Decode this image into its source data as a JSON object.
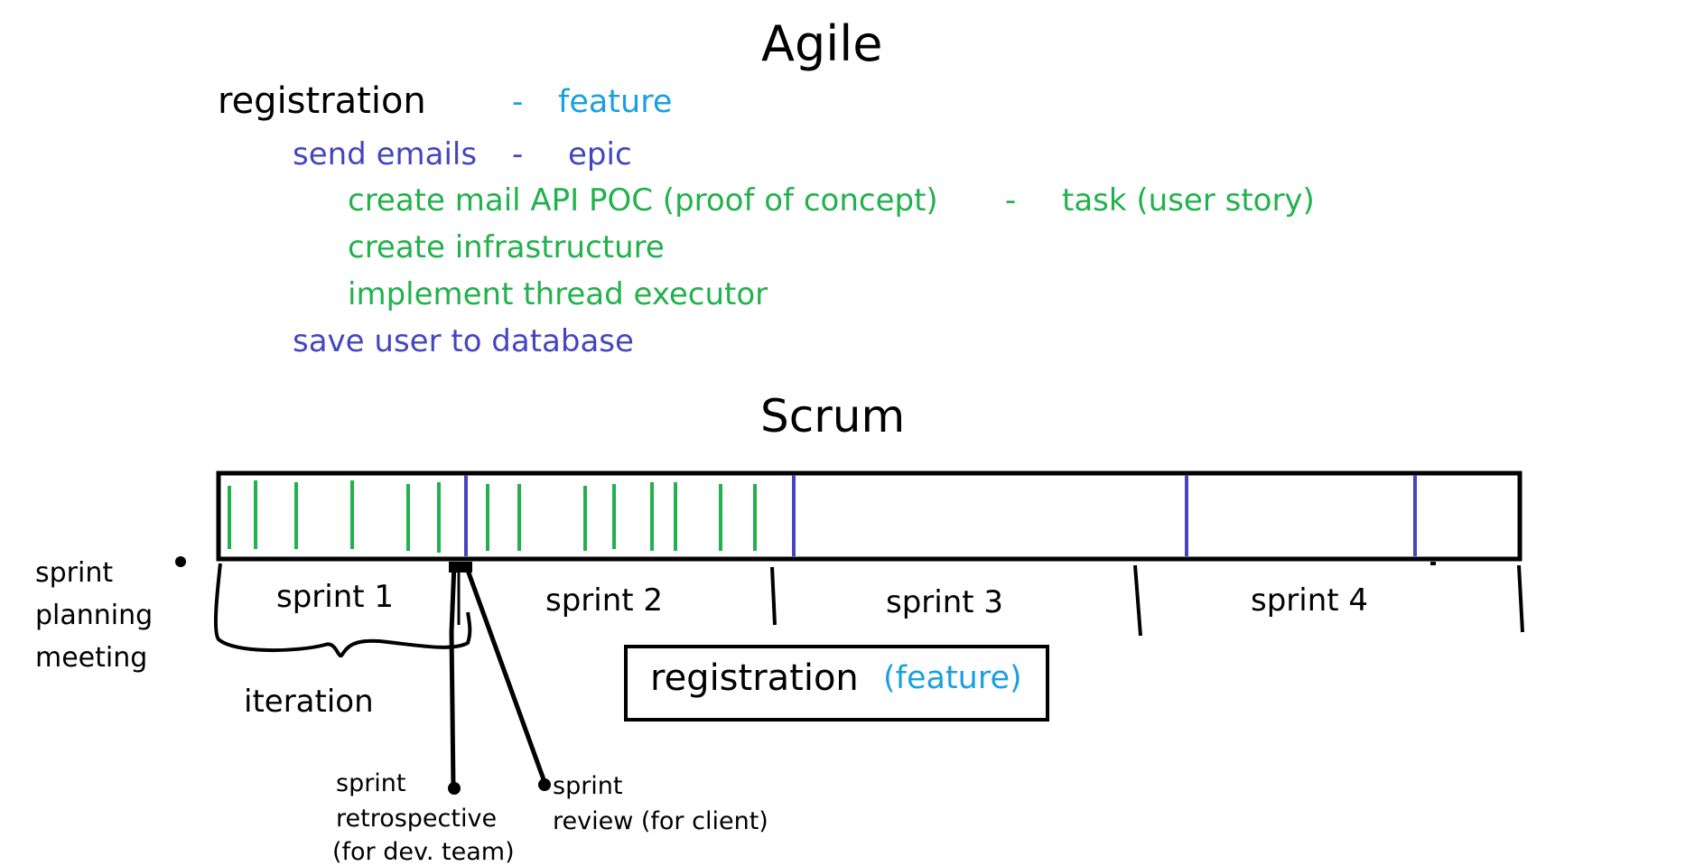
{
  "colors": {
    "black": "#000000",
    "feature": "#1aa0e0",
    "epic": "#4545c0",
    "task": "#22b14c"
  },
  "agile": {
    "title": "Agile",
    "feature_name": "registration",
    "feature_dash": "-",
    "feature_type": "feature",
    "epic_name": "send emails",
    "epic_dash": "-",
    "epic_type": "epic",
    "tasks": [
      "create mail API  POC (proof of concept)",
      "create infrastructure",
      "implement thread executor"
    ],
    "task_dash": "-",
    "task_type": "task (user story)",
    "epic2_name": "save user to database"
  },
  "scrum": {
    "title": "Scrum",
    "sprints": [
      "sprint 1",
      "sprint 2",
      "sprint 3",
      "sprint 4"
    ],
    "planning_label": [
      "sprint",
      "planning",
      "meeting"
    ],
    "iteration_label": "iteration",
    "retrospective_label": [
      "sprint",
      "retrospective",
      "(for dev. team)"
    ],
    "review_label": [
      "sprint",
      "review (for client)"
    ],
    "box_feature_name": "registration",
    "box_feature_type": "(feature)"
  }
}
